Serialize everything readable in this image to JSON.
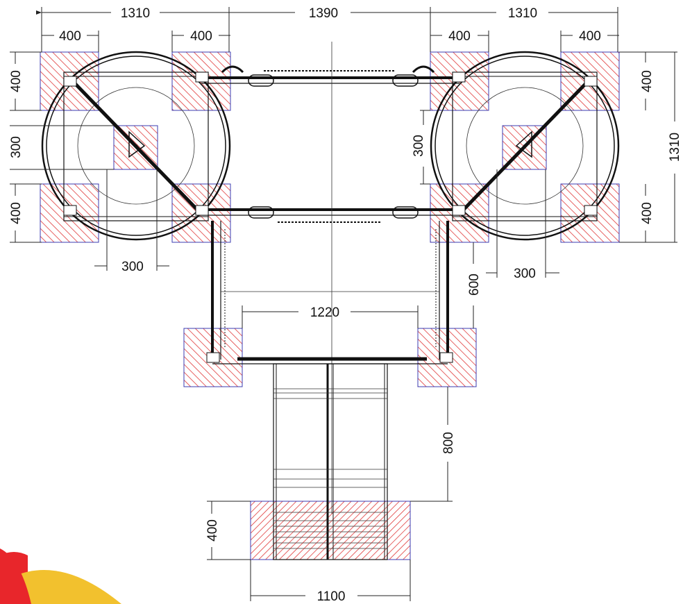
{
  "dimensions": {
    "top_left_span": "1310",
    "top_center_span": "1390",
    "top_right_span": "1310",
    "footing_w_tl1": "400",
    "footing_w_tl2": "400",
    "footing_w_tr1": "400",
    "footing_w_tr2": "400",
    "left_top_h": "400",
    "left_mid_h": "300",
    "left_bot_h": "400",
    "inner_left_mid_h": "300",
    "right_top_h": "400",
    "right_bot_h": "400",
    "right_total_h": "1310",
    "bottom_left_gap": "300",
    "bottom_right_gap": "300",
    "tower_leg_h": "600",
    "tower_width": "1220",
    "slide_length": "800",
    "base_footing_h": "400",
    "base_width": "1100"
  },
  "colors": {
    "hatch": "#e03a3a",
    "footing_border": "#3b3bb0",
    "line": "#111111",
    "logo_red": "#e8262b",
    "logo_yellow": "#f2c12e"
  },
  "icons": {
    "logo": "brand-swoosh-logo"
  }
}
